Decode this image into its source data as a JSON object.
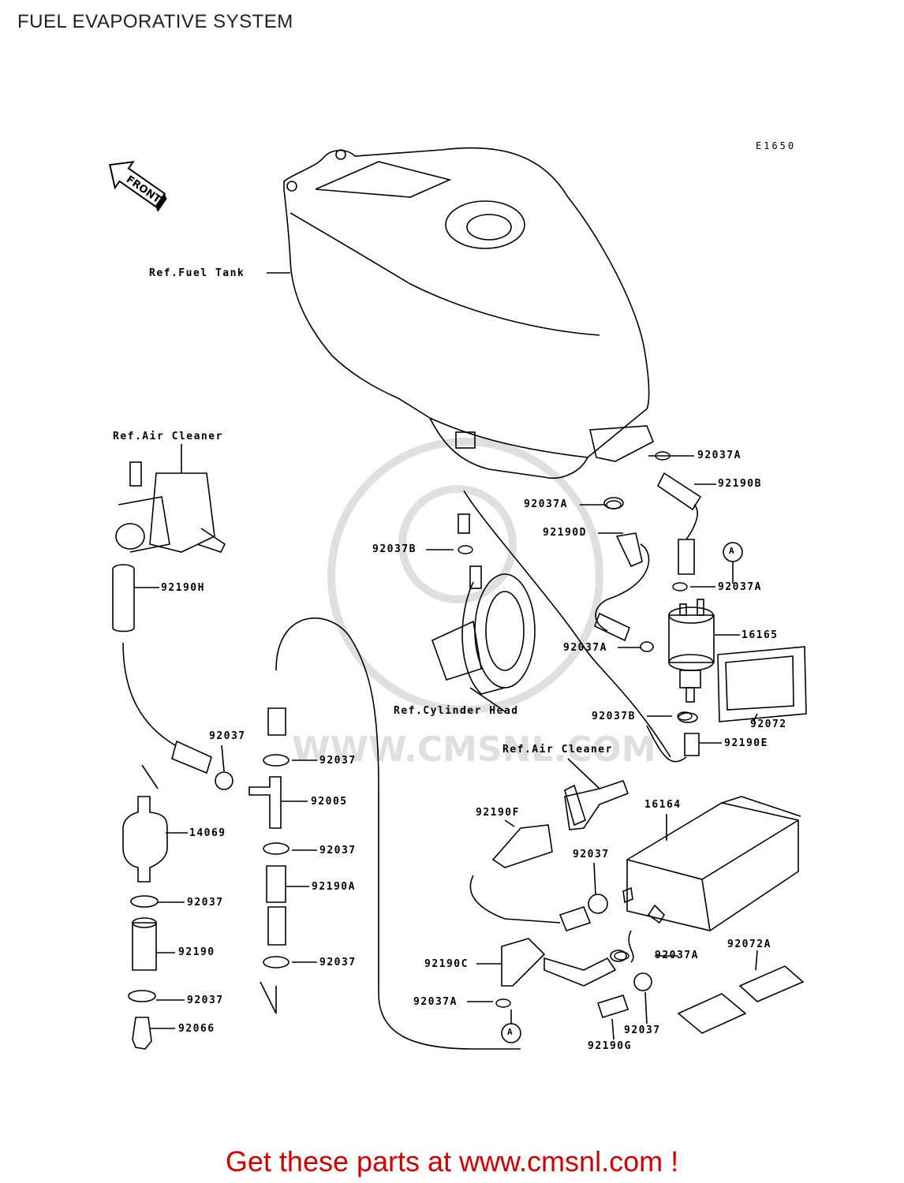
{
  "page_title": "FUEL EVAPORATIVE SYSTEM",
  "diagram_code": "E1650",
  "front_label": "FRONT",
  "watermark": "WWW.CMSNL.COM",
  "call_to_action": "Get these parts at www.cmsnl.com !",
  "reference_labels": {
    "fuel_tank": "Ref.Fuel Tank",
    "air_cleaner_left": "Ref.Air Cleaner",
    "cylinder_head": "Ref.Cylinder Head",
    "air_cleaner_right": "Ref.Air Cleaner"
  },
  "connector_marks": {
    "a_top": "A",
    "a_bottom": "A"
  },
  "part_labels": [
    "92037A",
    "92190B",
    "92037A",
    "92190D",
    "92037B",
    "92190H",
    "92037A",
    "16165",
    "92037A",
    "92037B",
    "92072",
    "92190E",
    "92037",
    "92037",
    "92005",
    "14069",
    "92037",
    "92190A",
    "92037",
    "92190",
    "92037",
    "92037",
    "92066",
    "92190F",
    "16164",
    "92037",
    "92190C",
    "92037A",
    "92072A",
    "92037A",
    "92037",
    "92190G"
  ]
}
